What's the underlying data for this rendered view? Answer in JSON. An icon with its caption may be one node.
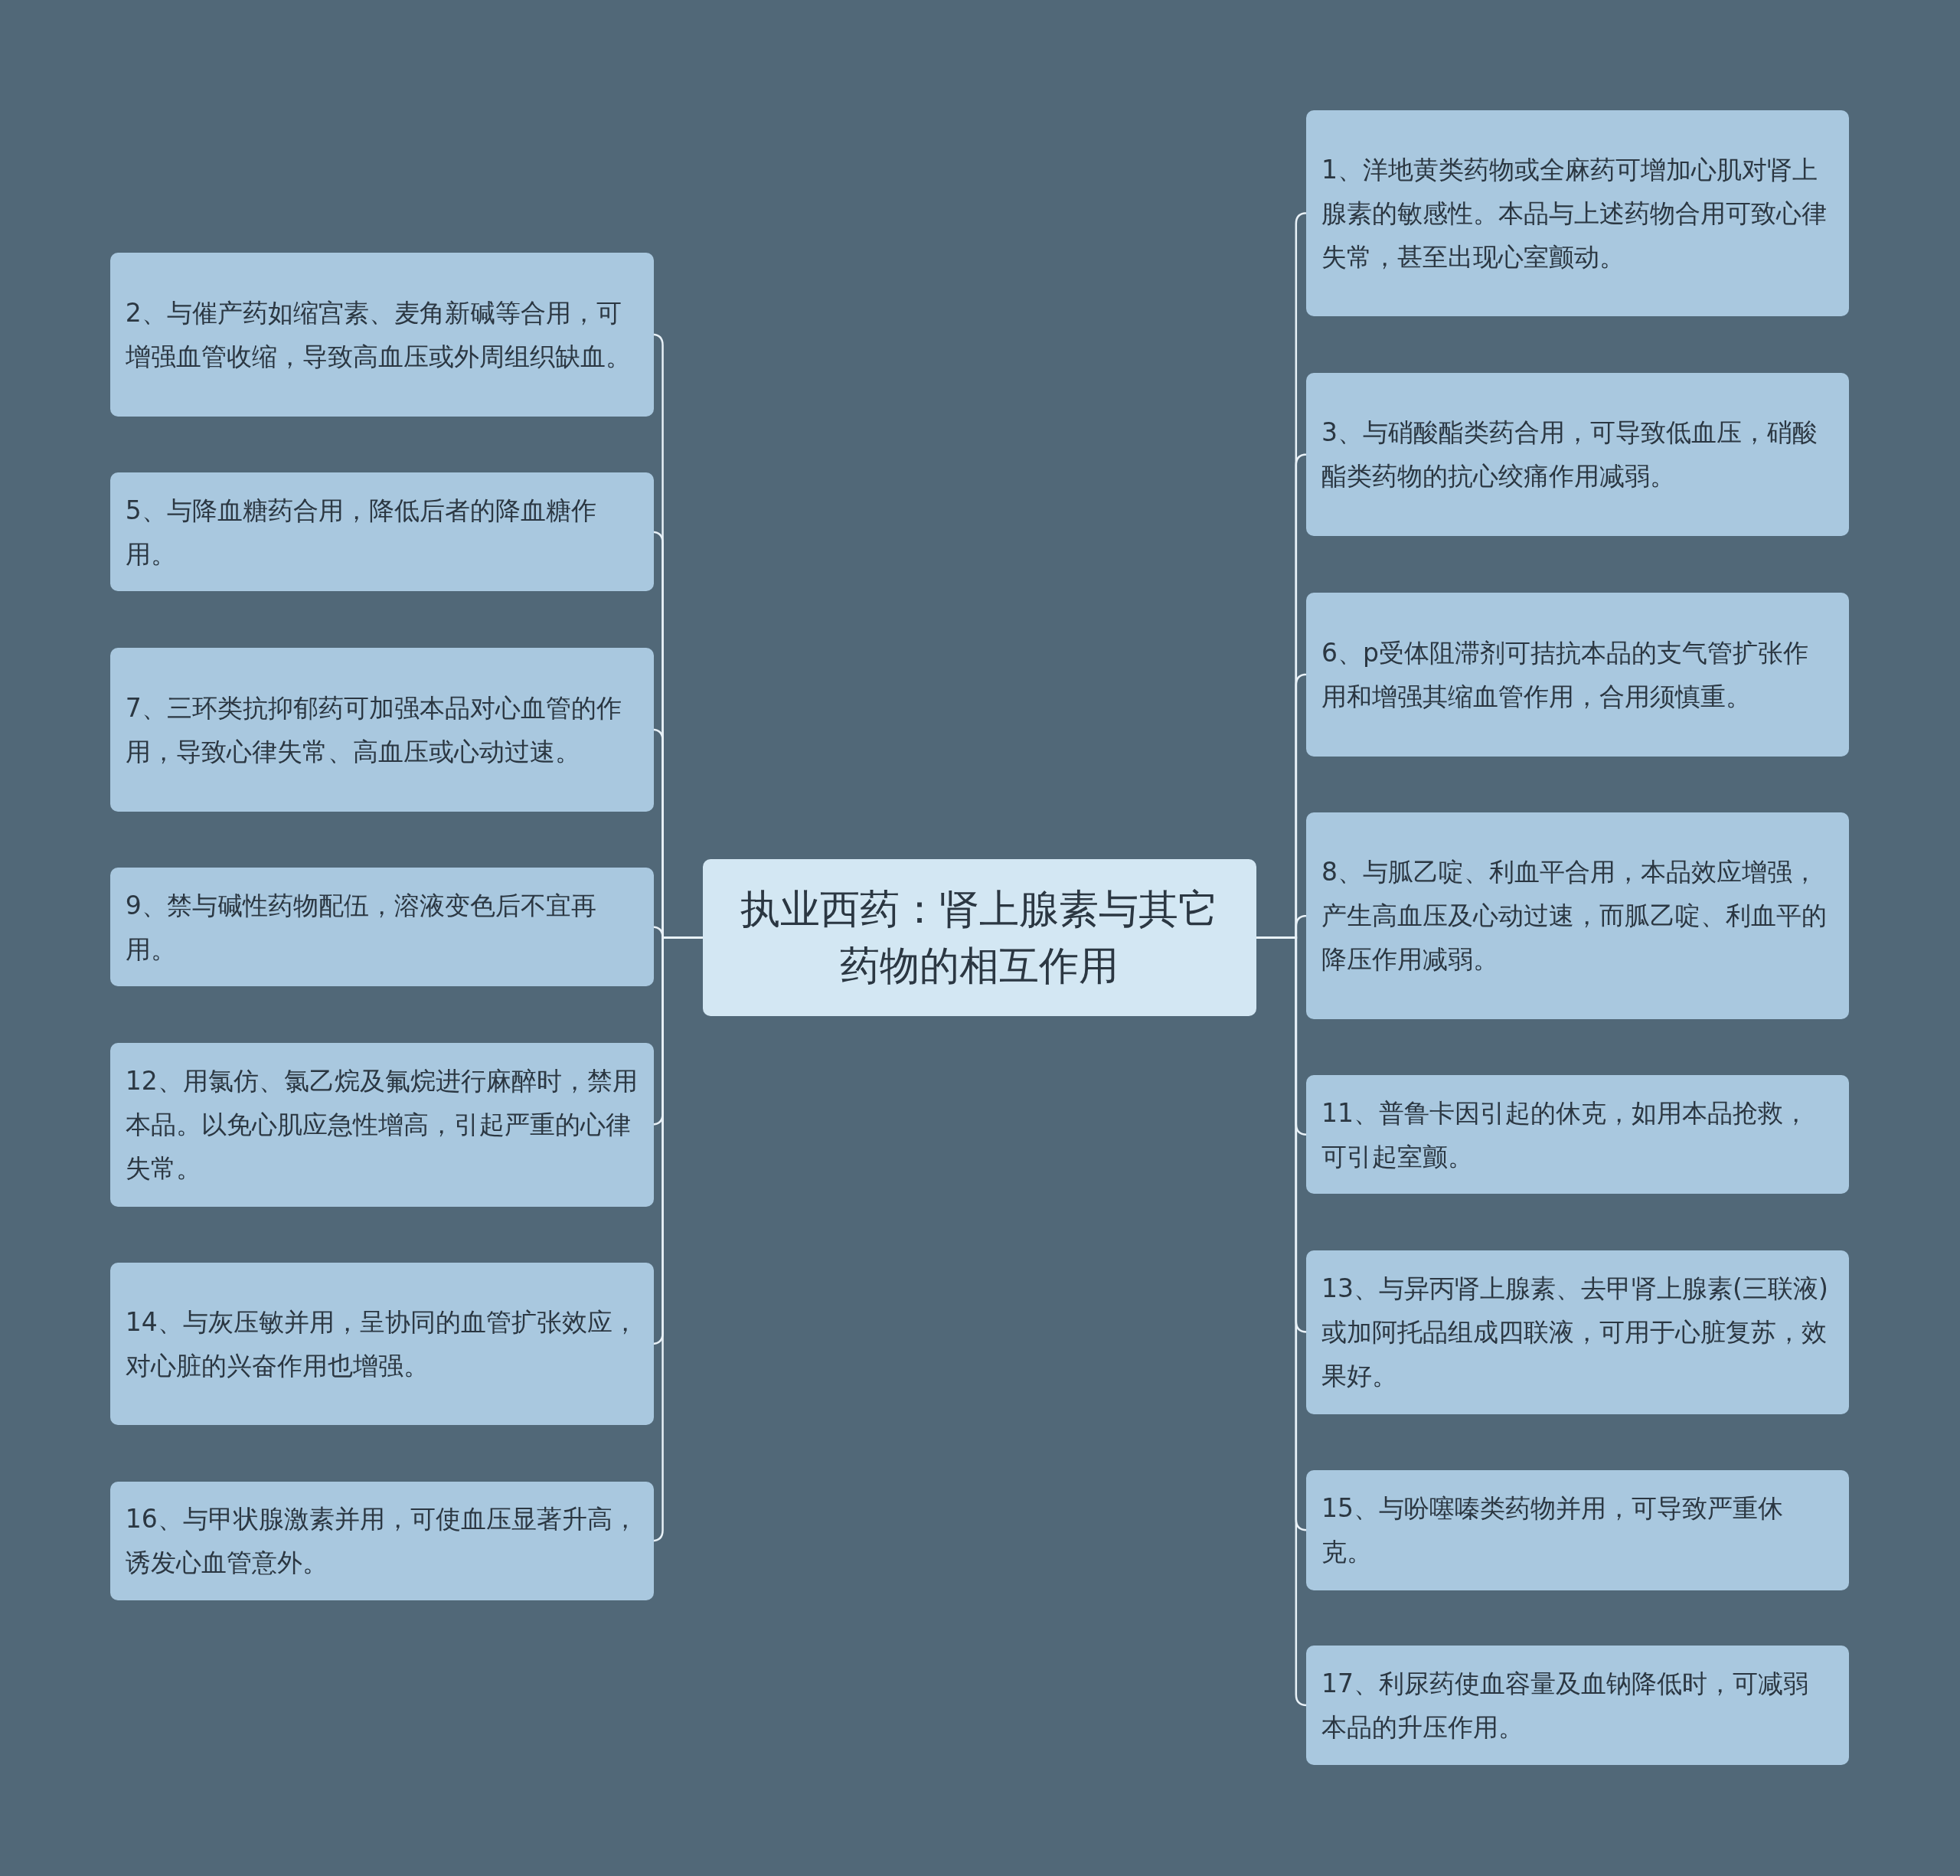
{
  "diagram": {
    "nodes": [
      {
        "text": [
          "执业西药：肾上腺素与其它药物的相互作用"
        ]
      },
      {
        "text": [
          "2、与催产药如缩宫素、麦角新碱等合用，可增强血管收缩，导致高血压或外周组织缺血。"
        ]
      },
      {
        "text": [
          "5、与降血糖药合用，降低后者的降血糖作用。"
        ]
      },
      {
        "text": [
          "7、三环类抗抑郁药可加强本品对心血管的作用，导致心律失常、高血压或心动过速。"
        ]
      },
      {
        "text": [
          "9、禁与碱性药物配伍，溶液变色后不宜再用。"
        ]
      },
      {
        "text": [
          "12、用氯仿、氯乙烷及氟烷进行麻醉时，禁用本品。以免心肌应急性增高，引起严重的心律失常。"
        ]
      },
      {
        "text": [
          "14、与灰压敏并用，呈协同的血管扩张效应，对心脏的兴奋作用也增强。"
        ]
      },
      {
        "text": [
          "16、与甲状腺激素并用，可使血压显著升高，诱发心血管意外。"
        ]
      },
      {
        "text": [
          "1、洋地黄类药物或全麻药可增加心肌对肾上腺素的敏感性。本品与上述药物合用可致心律失常，甚至出现心室颤动。"
        ]
      },
      {
        "text": [
          "3、与硝酸酯类药合用，可导致低血压，硝酸酯类药物的抗心绞痛作用减弱。"
        ]
      },
      {
        "text": [
          "6、p受体阻滞剂可拮抗本品的支气管扩张作用和增强其缩血管作用，合用须慎重。"
        ]
      },
      {
        "text": [
          "8、与胍乙啶、利血平合用，本品效应增强，产生高血压及心动过速，而胍乙啶、利血平的降压作用减弱。"
        ]
      },
      {
        "text": [
          "11、普鲁卡因引起的休克，如用本品抢救，可引起室颤。"
        ]
      },
      {
        "text": [
          "13、与异丙肾上腺素、去甲肾上腺素(三联液)或加阿托品组成四联液，可用于心脏复苏，效果好。"
        ]
      },
      {
        "text": [
          "15、与吩噻嗪类药物并用，可导致严重休克。"
        ]
      },
      {
        "text": [
          "17、利尿药使血容量及血钠降低时，可减弱本品的升压作用。"
        ]
      }
    ],
    "edges": [
      {
        "from": 0,
        "to": 1,
        "arrow": "none"
      },
      {
        "from": 0,
        "to": 2,
        "arrow": "none"
      },
      {
        "from": 0,
        "to": 3,
        "arrow": "none"
      },
      {
        "from": 0,
        "to": 4,
        "arrow": "none"
      },
      {
        "from": 0,
        "to": 5,
        "arrow": "none"
      },
      {
        "from": 0,
        "to": 6,
        "arrow": "none"
      },
      {
        "from": 0,
        "to": 7,
        "arrow": "none"
      },
      {
        "from": 0,
        "to": 8,
        "arrow": "none"
      },
      {
        "from": 0,
        "to": 9,
        "arrow": "none"
      },
      {
        "from": 0,
        "to": 10,
        "arrow": "none"
      },
      {
        "from": 0,
        "to": 11,
        "arrow": "none"
      },
      {
        "from": 0,
        "to": 12,
        "arrow": "none"
      },
      {
        "from": 0,
        "to": 13,
        "arrow": "none"
      },
      {
        "from": 0,
        "to": 14,
        "arrow": "none"
      },
      {
        "from": 0,
        "to": 15,
        "arrow": "none"
      }
    ]
  }
}
